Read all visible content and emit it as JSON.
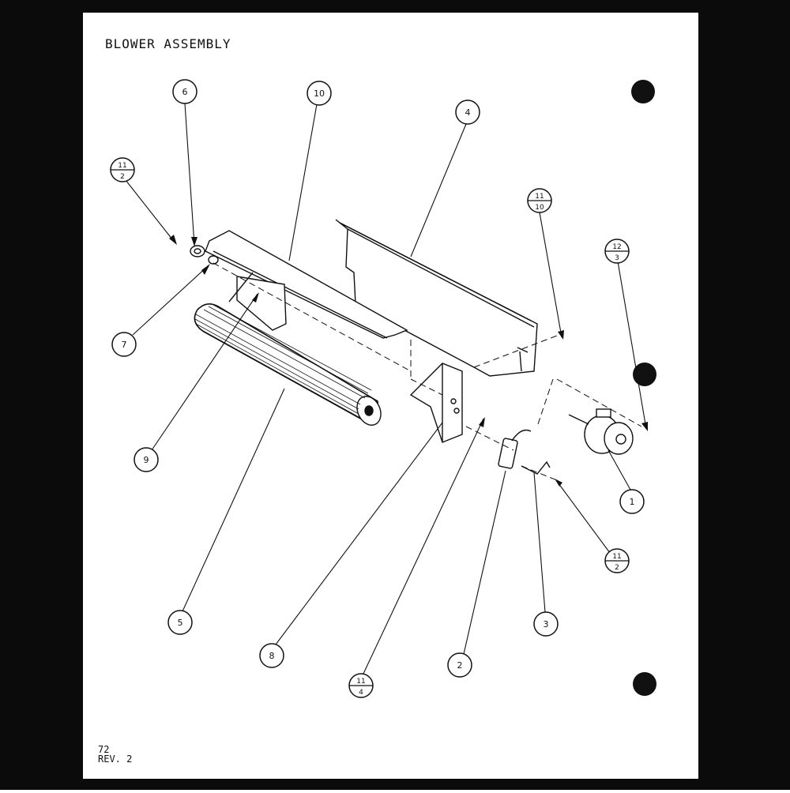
{
  "title": "BLOWER ASSEMBLY",
  "footer": {
    "page": "72",
    "revision": "REV. 2"
  },
  "callouts": [
    {
      "id": "1",
      "label": "1"
    },
    {
      "id": "2",
      "label": "2"
    },
    {
      "id": "3",
      "label": "3"
    },
    {
      "id": "4",
      "label": "4"
    },
    {
      "id": "5",
      "label": "5"
    },
    {
      "id": "6",
      "label": "6"
    },
    {
      "id": "7",
      "label": "7"
    },
    {
      "id": "8",
      "label": "8"
    },
    {
      "id": "9",
      "label": "9"
    },
    {
      "id": "10",
      "label": "10"
    }
  ],
  "references": [
    {
      "id": "ref-11-2-top",
      "top": "11",
      "bottom": "2"
    },
    {
      "id": "ref-11-10",
      "top": "11",
      "bottom": "10"
    },
    {
      "id": "ref-12-3",
      "top": "12",
      "bottom": "3"
    },
    {
      "id": "ref-11-2-right",
      "top": "11",
      "bottom": "2"
    },
    {
      "id": "ref-11-4",
      "top": "11",
      "bottom": "4"
    }
  ],
  "colors": {
    "ink": "#111111",
    "paper": "#ffffff",
    "border": "#0b0b0b"
  }
}
